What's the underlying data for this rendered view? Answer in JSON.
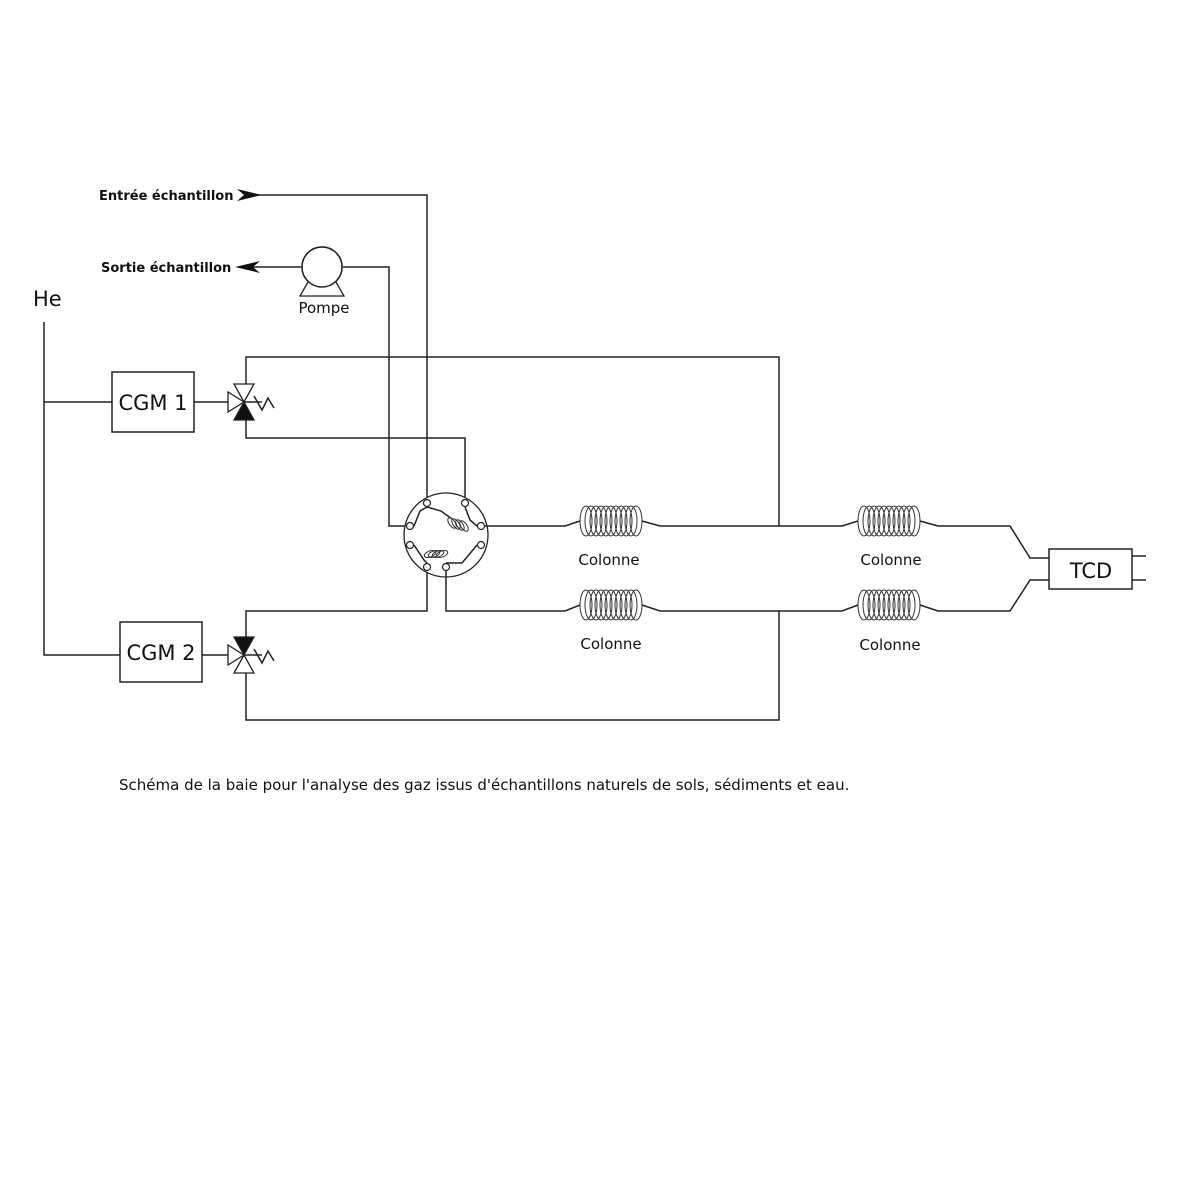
{
  "labels": {
    "he": "He",
    "sample_in": "Entrée échantillon",
    "sample_out": "Sortie échantillon",
    "pump": "Pompe",
    "cgm1": "CGM 1",
    "cgm2": "CGM 2",
    "detector": "TCD",
    "column_top_left": "Colonne",
    "column_bottom_left": "Colonne",
    "column_top_right": "Colonne",
    "column_bottom_right": "Colonne"
  },
  "caption": "Schéma de la baie pour l'analyse des gaz issus d'échantillons naturels de sols, sédiments et eau."
}
